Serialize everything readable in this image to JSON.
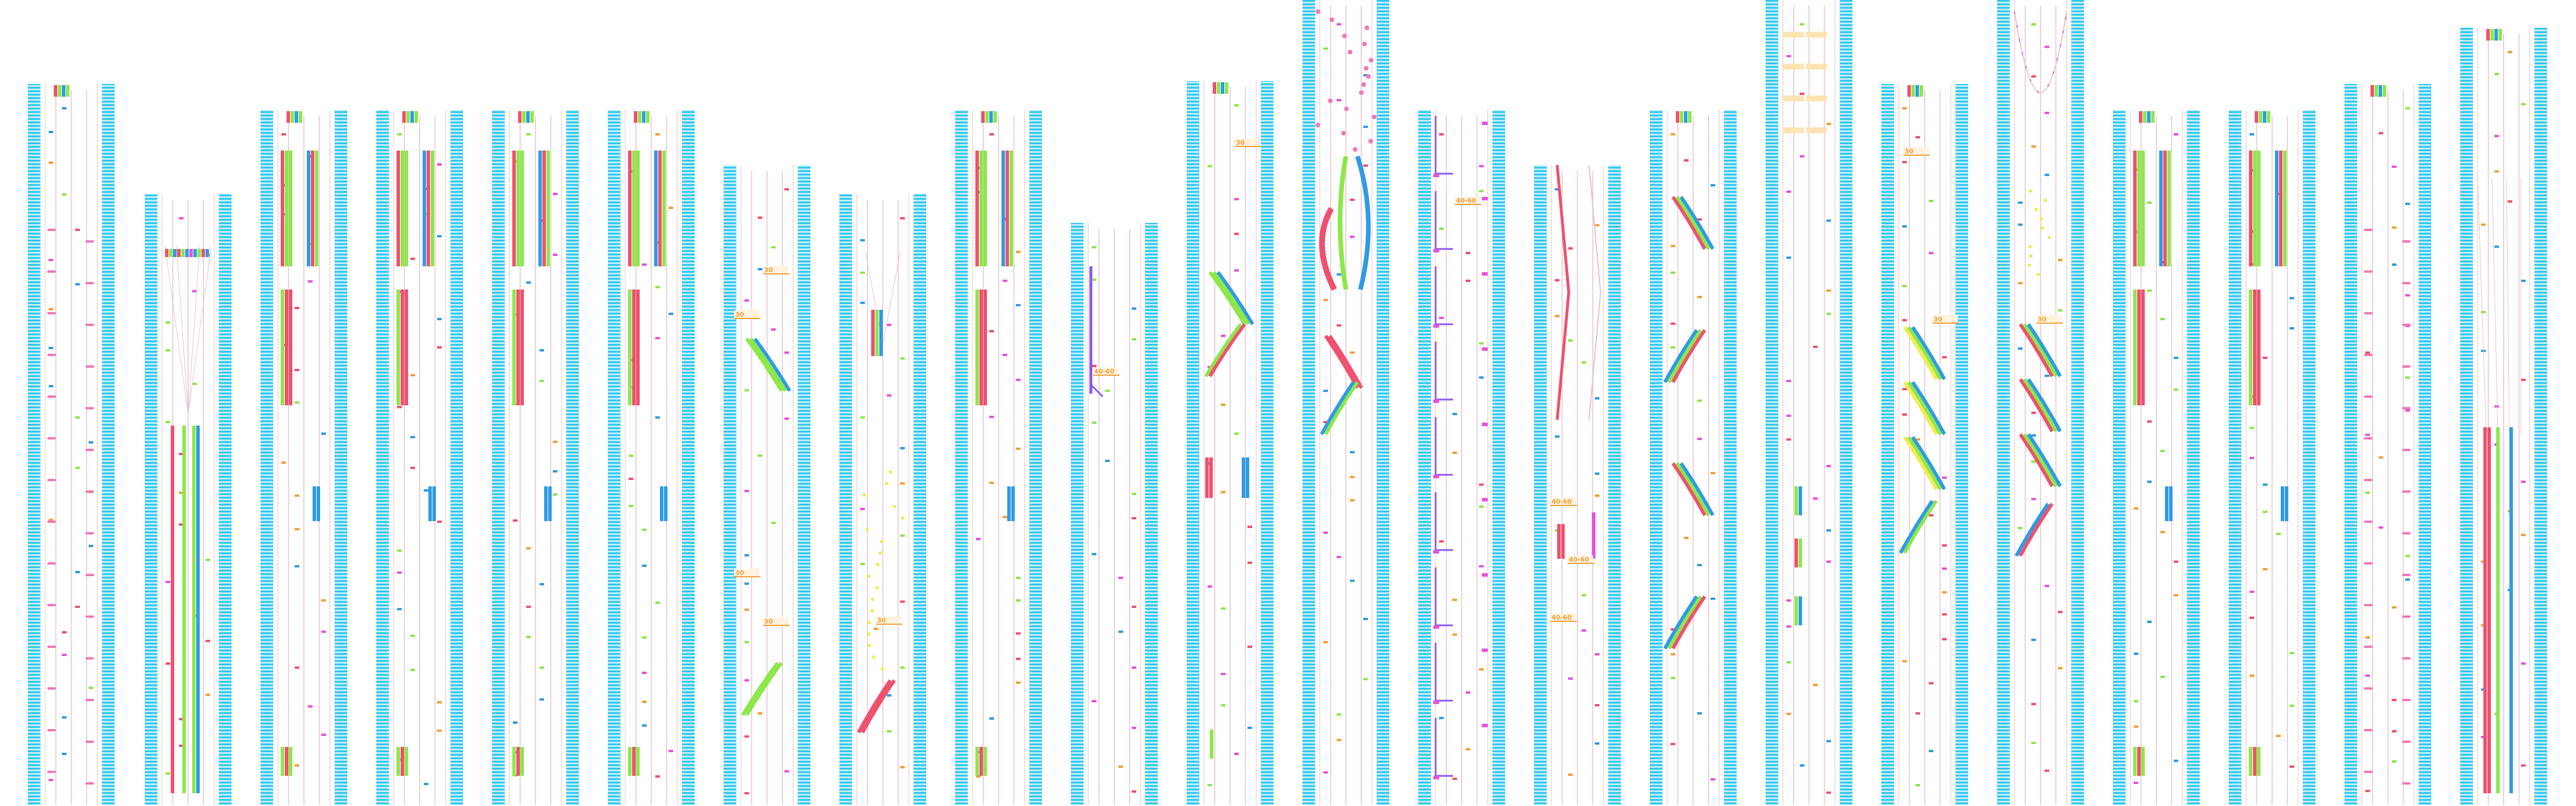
{
  "palette": {
    "shoulder": "#29c7f2",
    "shoulder_light": "#bdeefb",
    "lane": "#e6c2cc",
    "red": "#f0506e",
    "green": "#8ce84a",
    "blue": "#2e9be6",
    "magenta": "#e94fe0",
    "orange": "#f2a03a",
    "yellow": "#f0ec55",
    "purple": "#8a5af0",
    "pink": "#f277b5"
  },
  "labels": {
    "speed_30": "30",
    "speed_40_60": "40-60"
  },
  "roads": [
    {
      "id": 1,
      "variant": "plain"
    },
    {
      "id": 2,
      "variant": "funnel"
    },
    {
      "id": 3,
      "variant": "stripes"
    },
    {
      "id": 4,
      "variant": "stripes"
    },
    {
      "id": 5,
      "variant": "stripes"
    },
    {
      "id": 6,
      "variant": "stripes"
    },
    {
      "id": 7,
      "variant": "curves"
    },
    {
      "id": 8,
      "variant": "dots"
    },
    {
      "id": 9,
      "variant": "stripes"
    },
    {
      "id": 10,
      "variant": "purple"
    },
    {
      "id": 11,
      "variant": "crossing"
    },
    {
      "id": 12,
      "variant": "lens"
    },
    {
      "id": 13,
      "variant": "gates"
    },
    {
      "id": 14,
      "variant": "zigzag"
    },
    {
      "id": 15,
      "variant": "weave"
    },
    {
      "id": 16,
      "variant": "tall"
    },
    {
      "id": 17,
      "variant": "chevron"
    },
    {
      "id": 18,
      "variant": "cone"
    },
    {
      "id": 19,
      "variant": "stripes"
    },
    {
      "id": 20,
      "variant": "stripes"
    },
    {
      "id": 21,
      "variant": "plain"
    },
    {
      "id": 22,
      "variant": "merge"
    }
  ]
}
